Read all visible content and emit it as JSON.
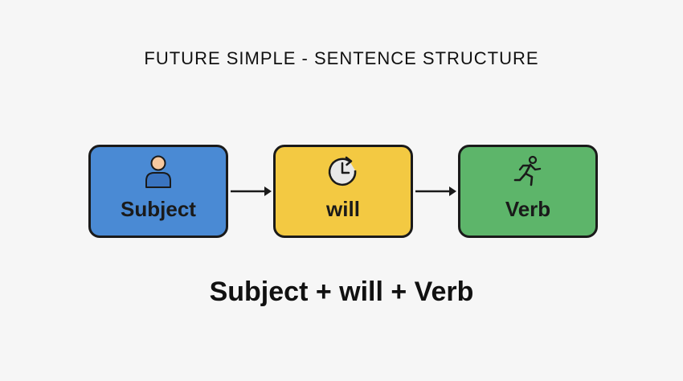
{
  "title": "FUTURE SIMPLE - SENTENCE STRUCTURE",
  "boxes": {
    "subject": {
      "label": "Subject",
      "icon": "person-icon",
      "color": "#4a8ad4"
    },
    "will": {
      "label": "will",
      "icon": "clock-icon",
      "color": "#f3c942"
    },
    "verb": {
      "label": "Verb",
      "icon": "running-person-icon",
      "color": "#5db56a"
    }
  },
  "formula": "Subject + will + Verb"
}
